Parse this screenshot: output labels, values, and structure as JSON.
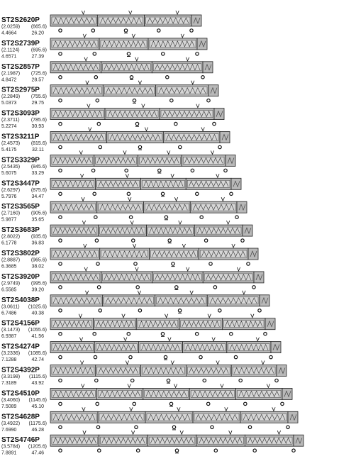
{
  "rows": [
    {
      "model": "ST2S2620P",
      "p1": "(2.0259)",
      "p2": "(665.6)",
      "v1": "4.4664",
      "v2": "26.20",
      "segs": 3
    },
    {
      "model": "ST2S2739P",
      "p1": "(2.1124)",
      "p2": "(695.6)",
      "v1": "4.6571",
      "v2": "27.39",
      "segs": 3
    },
    {
      "model": "ST2S2857P",
      "p1": "(2.1987)",
      "p2": "(725.6)",
      "v1": "4.8472",
      "v2": "28.57",
      "segs": 3
    },
    {
      "model": "ST2S2975P",
      "p1": "(2.2849)",
      "p2": "(755.6)",
      "v1": "5.0373",
      "v2": "29.75",
      "segs": 3
    },
    {
      "model": "ST2S3093P",
      "p1": "(2.3711)",
      "p2": "(785.6)",
      "v1": "5.2274",
      "v2": "30.93",
      "segs": 3
    },
    {
      "model": "ST2S3211P",
      "p1": "(2.4573)",
      "p2": "(815.6)",
      "v1": "5.4175",
      "v2": "32.11",
      "segs": 3
    },
    {
      "model": "ST2S3329P",
      "p1": "(2.5435)",
      "p2": "(845.6)",
      "v1": "5.6075",
      "v2": "33.29",
      "segs": 4
    },
    {
      "model": "ST2S3447P",
      "p1": "(2.6297)",
      "p2": "(875.6)",
      "v1": "5.7976",
      "v2": "34.47",
      "segs": 4
    },
    {
      "model": "ST2S3565P",
      "p1": "(2.7160)",
      "p2": "(905.6)",
      "v1": "5.9877",
      "v2": "35.65",
      "segs": 4
    },
    {
      "model": "ST2S3683P",
      "p1": "(2.8022)",
      "p2": "(935.6)",
      "v1": "6.1778",
      "v2": "36.83",
      "segs": 4
    },
    {
      "model": "ST2S3802P",
      "p1": "(2.8887)",
      "p2": "(965.6)",
      "v1": "6.3685",
      "v2": "38.02",
      "segs": 4
    },
    {
      "model": "ST2S3920P",
      "p1": "(2.9749)",
      "p2": "(995.6)",
      "v1": "6.5585",
      "v2": "39.20",
      "segs": 4
    },
    {
      "model": "ST2S4038P",
      "p1": "(3.0611)",
      "p2": "(1025.6)",
      "v1": "6.7486",
      "v2": "40.38",
      "segs": 4
    },
    {
      "model": "ST2S4156P",
      "p1": "(3.1473)",
      "p2": "(1055.6)",
      "v1": "6.9387",
      "v2": "41.56",
      "segs": 5
    },
    {
      "model": "ST2S4274P",
      "p1": "(3.2336)",
      "p2": "(1085.6)",
      "v1": "7.1288",
      "v2": "42.74",
      "segs": 5
    },
    {
      "model": "ST2S4392P",
      "p1": "(3.3198)",
      "p2": "(1115.6)",
      "v1": "7.3189",
      "v2": "43.92",
      "segs": 5
    },
    {
      "model": "ST2S4510P",
      "p1": "(3.4060)",
      "p2": "(1145.6)",
      "v1": "7.5089",
      "v2": "45.10",
      "segs": 5
    },
    {
      "model": "ST2S4628P",
      "p1": "(3.4922)",
      "p2": "(1175.6)",
      "v1": "7.6990",
      "v2": "46.28",
      "segs": 5
    },
    {
      "model": "ST2S4746P",
      "p1": "(3.5784)",
      "p2": "(1205.6)",
      "v1": "7.8891",
      "v2": "47.46",
      "segs": 5
    }
  ]
}
